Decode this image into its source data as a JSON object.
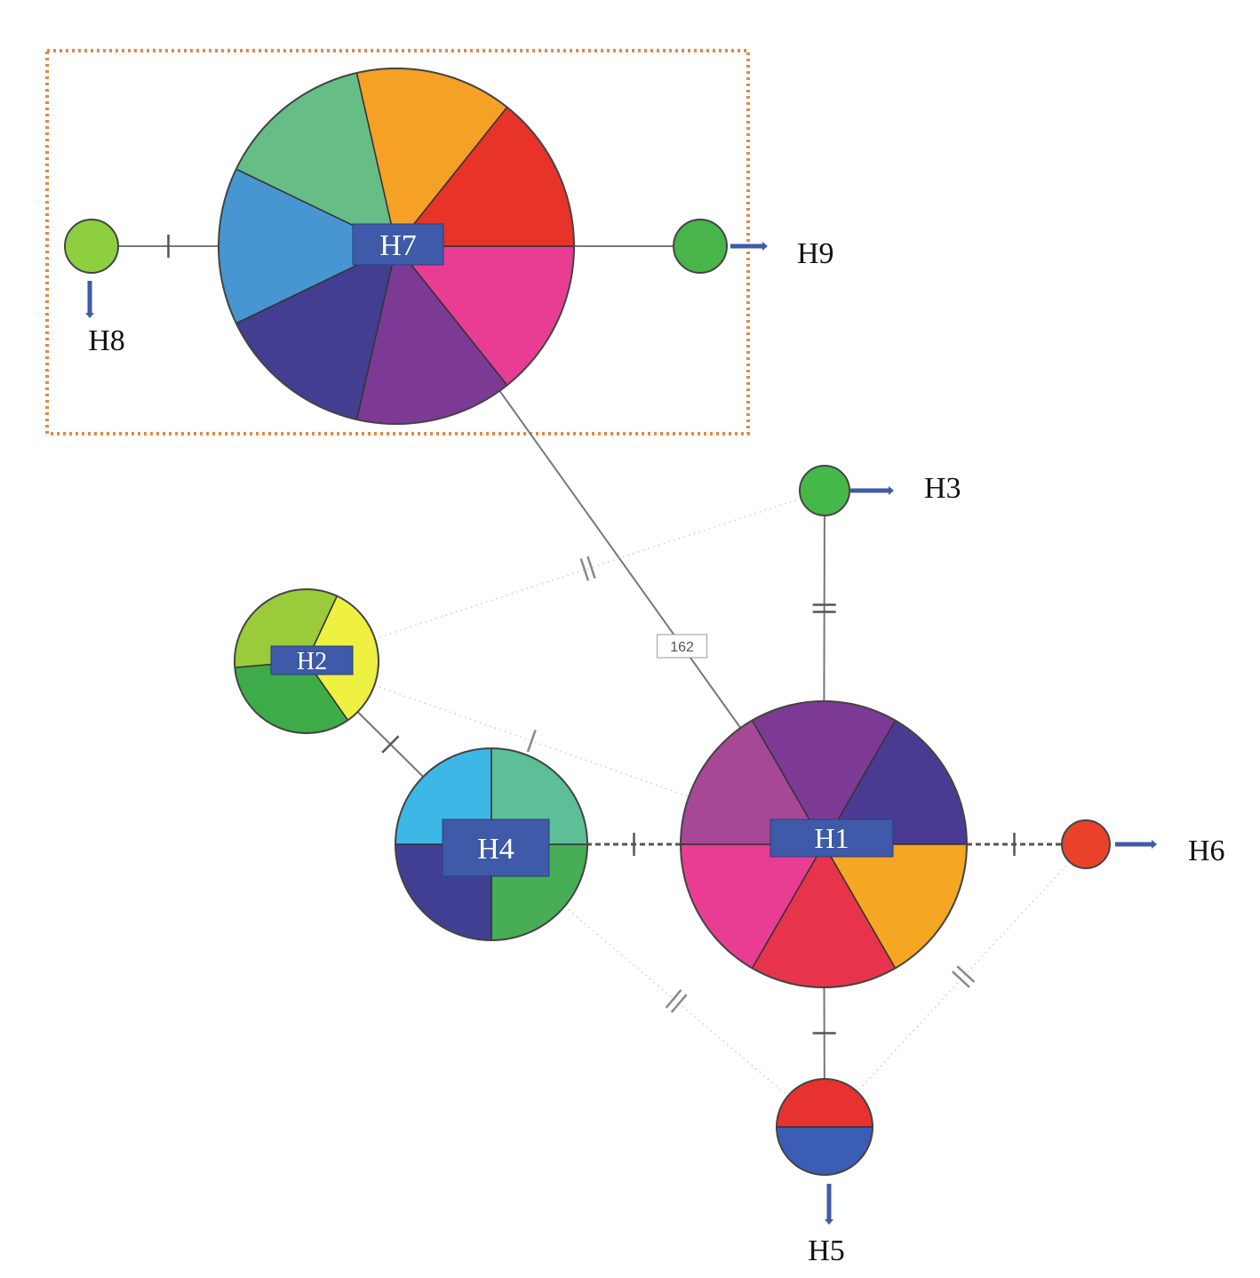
{
  "network": {
    "nodes": [
      {
        "id": "H1",
        "label": "H1",
        "label_box": true,
        "external_label": "",
        "slices": [
          "#4b3a92",
          "#f5a623",
          "#e8344a",
          "#e93d94",
          "#a64896",
          "#7d3a94"
        ]
      },
      {
        "id": "H2",
        "label": "H2",
        "label_box": true,
        "external_label": "",
        "slices": [
          "#eef142",
          "#3dab48",
          "#9acb3b"
        ]
      },
      {
        "id": "H3",
        "label": "",
        "label_box": false,
        "external_label": "H3",
        "slices": [
          "#45b84a"
        ]
      },
      {
        "id": "H4",
        "label": "H4",
        "label_box": true,
        "external_label": "",
        "slices": [
          "#47ae56",
          "#413f94",
          "#3db7e6",
          "#5cbf97"
        ]
      },
      {
        "id": "H5",
        "label": "",
        "label_box": false,
        "external_label": "H5",
        "slices": [
          "#3b5eb4",
          "#e8322f"
        ]
      },
      {
        "id": "H6",
        "label": "",
        "label_box": false,
        "external_label": "H6",
        "slices": [
          "#e8432a"
        ]
      },
      {
        "id": "H7",
        "label": "H7",
        "label_box": true,
        "external_label": "",
        "slices": [
          "#e93d94",
          "#7d3a94",
          "#433e91",
          "#4796d1",
          "#66bd86",
          "#f5a126",
          "#e83329"
        ]
      },
      {
        "id": "H8",
        "label": "",
        "label_box": false,
        "external_label": "H8",
        "slices": [
          "#8dcf3f"
        ]
      },
      {
        "id": "H9",
        "label": "",
        "label_box": false,
        "external_label": "H9",
        "slices": [
          "#47b54a"
        ]
      }
    ],
    "edges": [
      {
        "from": "H1",
        "to": "H3",
        "style": "solid",
        "mutations": 2,
        "label": ""
      },
      {
        "from": "H1",
        "to": "H5",
        "style": "solid",
        "mutations": 1,
        "label": ""
      },
      {
        "from": "H1",
        "to": "H6",
        "style": "dashed",
        "mutations": 1,
        "label": ""
      },
      {
        "from": "H1",
        "to": "H4",
        "style": "dashed",
        "mutations": 1,
        "label": ""
      },
      {
        "from": "H1",
        "to": "H7",
        "style": "solid",
        "mutations": 0,
        "label": "162"
      },
      {
        "from": "H2",
        "to": "H4",
        "style": "solid",
        "mutations": 1,
        "label": ""
      },
      {
        "from": "H7",
        "to": "H8",
        "style": "solid",
        "mutations": 1,
        "label": ""
      },
      {
        "from": "H7",
        "to": "H9",
        "style": "solid",
        "mutations": 0,
        "label": ""
      },
      {
        "from": "H2",
        "to": "H3",
        "style": "dotted",
        "mutations": 2,
        "label": ""
      },
      {
        "from": "H2",
        "to": "H1",
        "style": "dotted",
        "mutations": 1,
        "label": ""
      },
      {
        "from": "H4",
        "to": "H5",
        "style": "dotted",
        "mutations": 2,
        "label": ""
      },
      {
        "from": "H6",
        "to": "H5",
        "style": "dotted",
        "mutations": 2,
        "label": ""
      }
    ]
  },
  "colors": {
    "label_box": "#3e5aa8",
    "arrow": "#3f5ba8",
    "edge": "#777777",
    "highlight_box": "#e08a4a"
  }
}
